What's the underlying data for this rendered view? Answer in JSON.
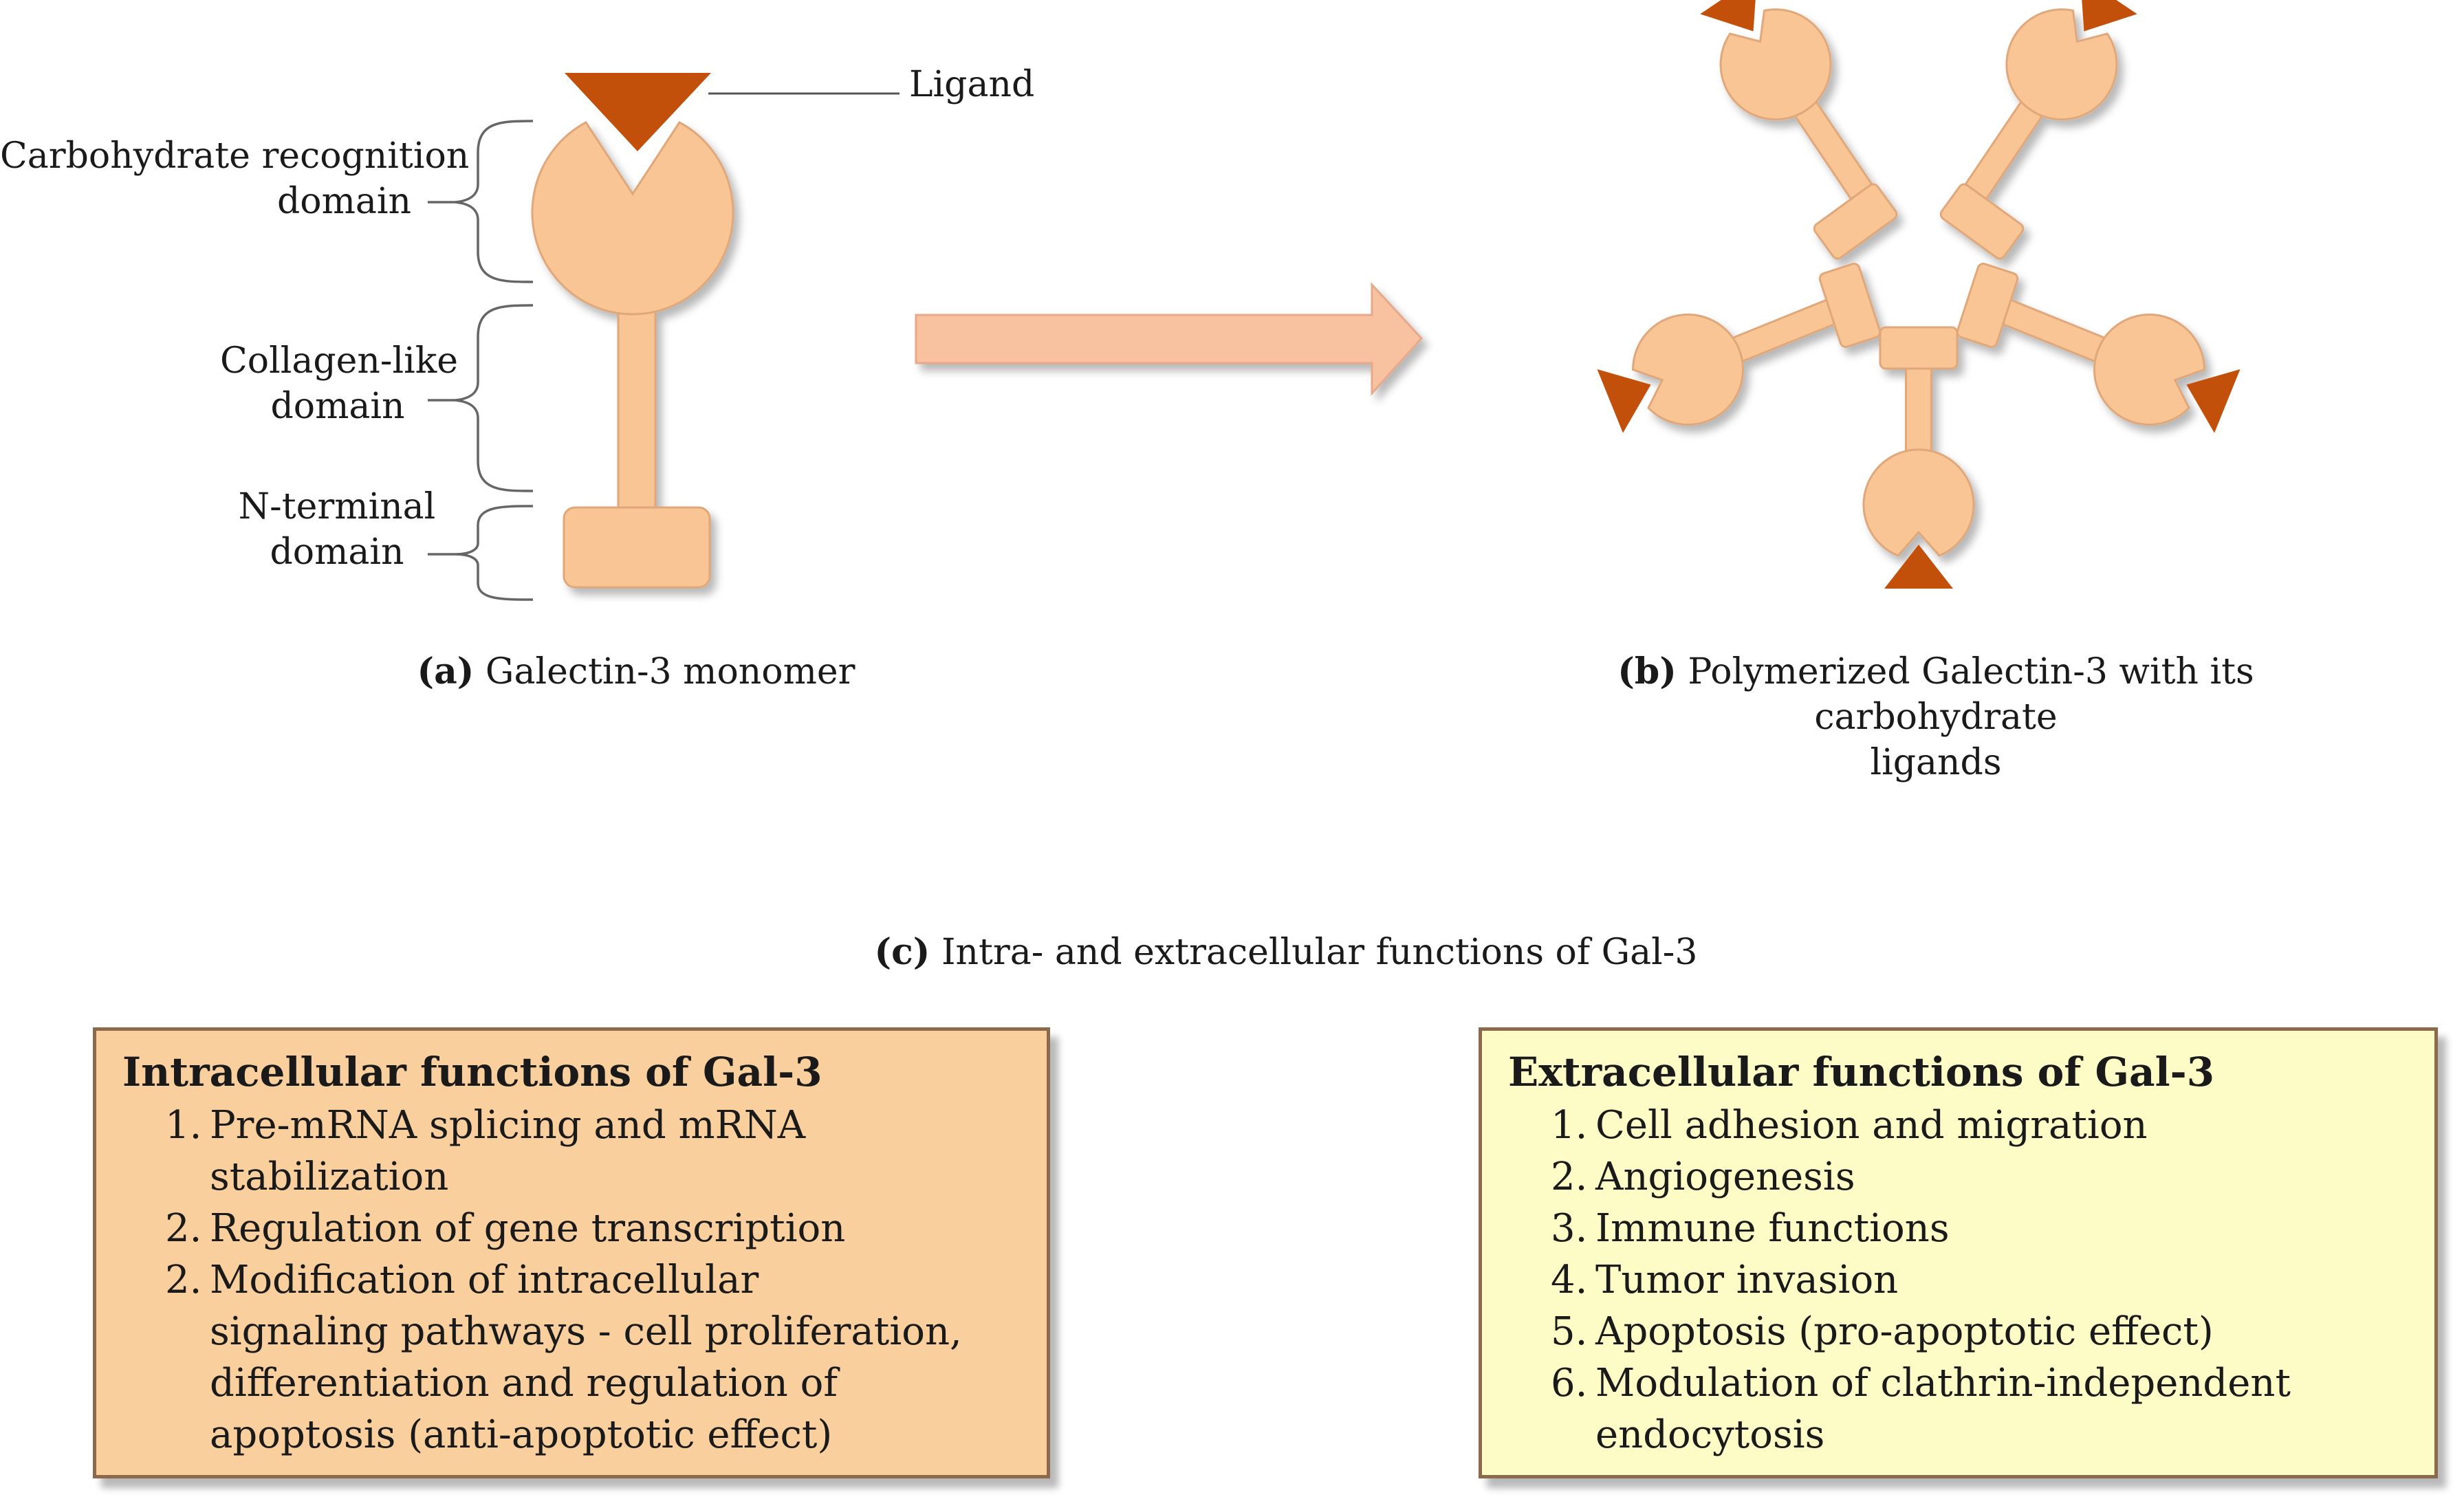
{
  "colors": {
    "domain_fill": "#f9c595",
    "domain_stroke": "#e0a87a",
    "ligand": "#c2500a",
    "intra_box": "#f9cf9e",
    "extra_box": "#fdfbc6",
    "arrow": "#f8c1a0"
  },
  "monomer": {
    "ligand_label": "Ligand",
    "crd_label_line1": "Carbohydrate recognition",
    "crd_label_line2": "domain",
    "collagen_label_line1": "Collagen-like",
    "collagen_label_line2": "domain",
    "nterm_label_line1": "N-terminal",
    "nterm_label_line2": "domain",
    "caption_letter": "(a)",
    "caption_text": "Galectin-3 monomer"
  },
  "polymer": {
    "caption_letter": "(b)",
    "caption_line1": "Polymerized Galectin-3 with its carbohydrate",
    "caption_line2": "ligands"
  },
  "section_c": {
    "caption_letter": "(c)",
    "caption_text": "Intra- and extracellular functions of Gal-3"
  },
  "intracellular": {
    "title": "Intracellular functions of Gal-3",
    "items": [
      {
        "num": "1.",
        "lines": [
          "Pre-mRNA splicing and mRNA",
          "stabilization"
        ]
      },
      {
        "num": "2.",
        "lines": [
          "Regulation of gene transcription"
        ]
      },
      {
        "num": "2.",
        "lines": [
          "Modification of intracellular",
          "signaling pathways - cell proliferation,",
          "differentiation and regulation of",
          "apoptosis (anti-apoptotic effect)"
        ]
      }
    ]
  },
  "extracellular": {
    "title": "Extracellular functions of Gal-3",
    "items": [
      {
        "num": "1.",
        "lines": [
          "Cell adhesion and migration"
        ]
      },
      {
        "num": "2.",
        "lines": [
          "Angiogenesis"
        ]
      },
      {
        "num": "3.",
        "lines": [
          "Immune functions"
        ]
      },
      {
        "num": "4.",
        "lines": [
          "Tumor invasion"
        ]
      },
      {
        "num": "5.",
        "lines": [
          "Apoptosis (pro-apoptotic effect)"
        ]
      },
      {
        "num": "6.",
        "lines": [
          "Modulation of clathrin-independent",
          "endocytosis"
        ]
      }
    ]
  }
}
